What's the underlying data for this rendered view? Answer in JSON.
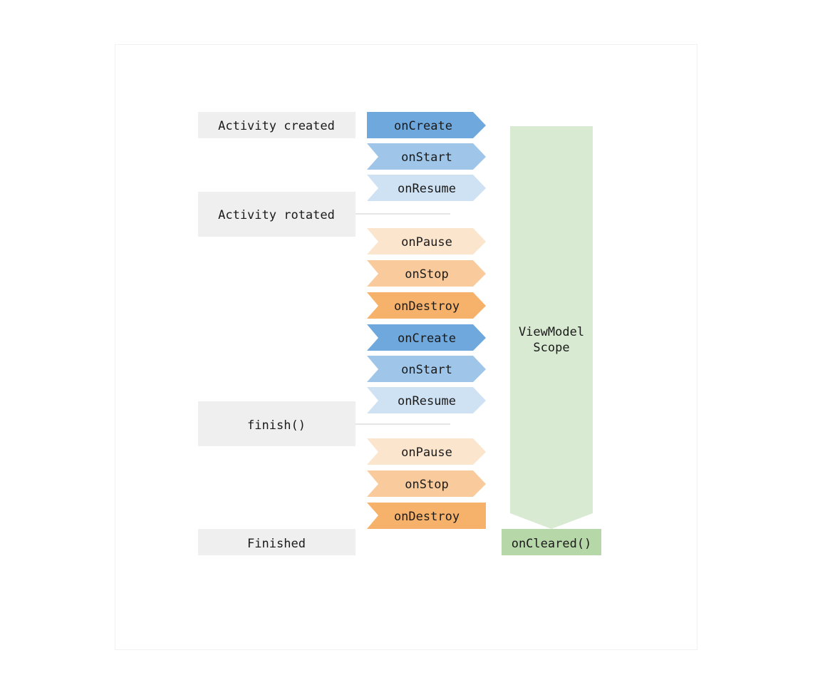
{
  "events": [
    {
      "label": "Activity created"
    },
    {
      "label": "Activity rotated"
    },
    {
      "label": "finish()"
    },
    {
      "label": "Finished"
    }
  ],
  "callbacks": [
    {
      "label": "onCreate",
      "color": "#6fa8dc"
    },
    {
      "label": "onStart",
      "color": "#9fc5e8"
    },
    {
      "label": "onResume",
      "color": "#cfe2f3"
    },
    {
      "label": "onPause",
      "color": "#fce5cd"
    },
    {
      "label": "onStop",
      "color": "#f9cb9c"
    },
    {
      "label": "onDestroy",
      "color": "#f6b26b"
    },
    {
      "label": "onCreate",
      "color": "#6fa8dc"
    },
    {
      "label": "onStart",
      "color": "#9fc5e8"
    },
    {
      "label": "onResume",
      "color": "#cfe2f3"
    },
    {
      "label": "onPause",
      "color": "#fce5cd"
    },
    {
      "label": "onStop",
      "color": "#f9cb9c"
    },
    {
      "label": "onDestroy",
      "color": "#f6b26b"
    }
  ],
  "scope": {
    "label_line1": "ViewModel",
    "label_line2": "Scope",
    "color": "#d9ead3"
  },
  "cleared": {
    "label": "onCleared()",
    "color": "#b6d7a8"
  },
  "event_box_color": "#efefef"
}
